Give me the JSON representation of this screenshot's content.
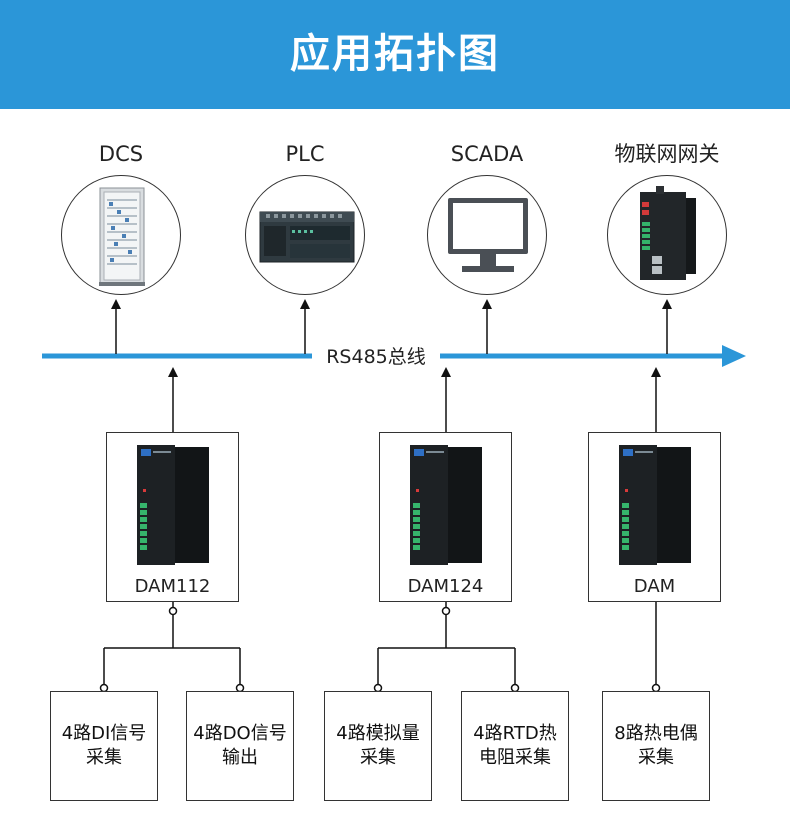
{
  "header": {
    "title": "应用拓扑图",
    "background": "#2b96d8"
  },
  "top_nodes": [
    {
      "label": "DCS",
      "icon": "dcs-cabinet-icon"
    },
    {
      "label": "PLC",
      "icon": "plc-unit-icon"
    },
    {
      "label": "SCADA",
      "icon": "monitor-icon"
    },
    {
      "label": "物联网网关",
      "icon": "iot-gateway-icon"
    }
  ],
  "bus": {
    "label": "RS485总线",
    "color": "#2b96d8"
  },
  "modules": [
    {
      "label": "DAM112"
    },
    {
      "label": "DAM124"
    },
    {
      "label": "DAM"
    }
  ],
  "functions": [
    {
      "line1": "4路DI信号",
      "line2": "采集"
    },
    {
      "line1": "4路DO信号",
      "line2": "输出"
    },
    {
      "line1": "4路模拟量",
      "line2": "采集"
    },
    {
      "line1": "4路RTD热",
      "line2": "电阻采集"
    },
    {
      "line1": "8路热电偶",
      "line2": "采集"
    }
  ]
}
